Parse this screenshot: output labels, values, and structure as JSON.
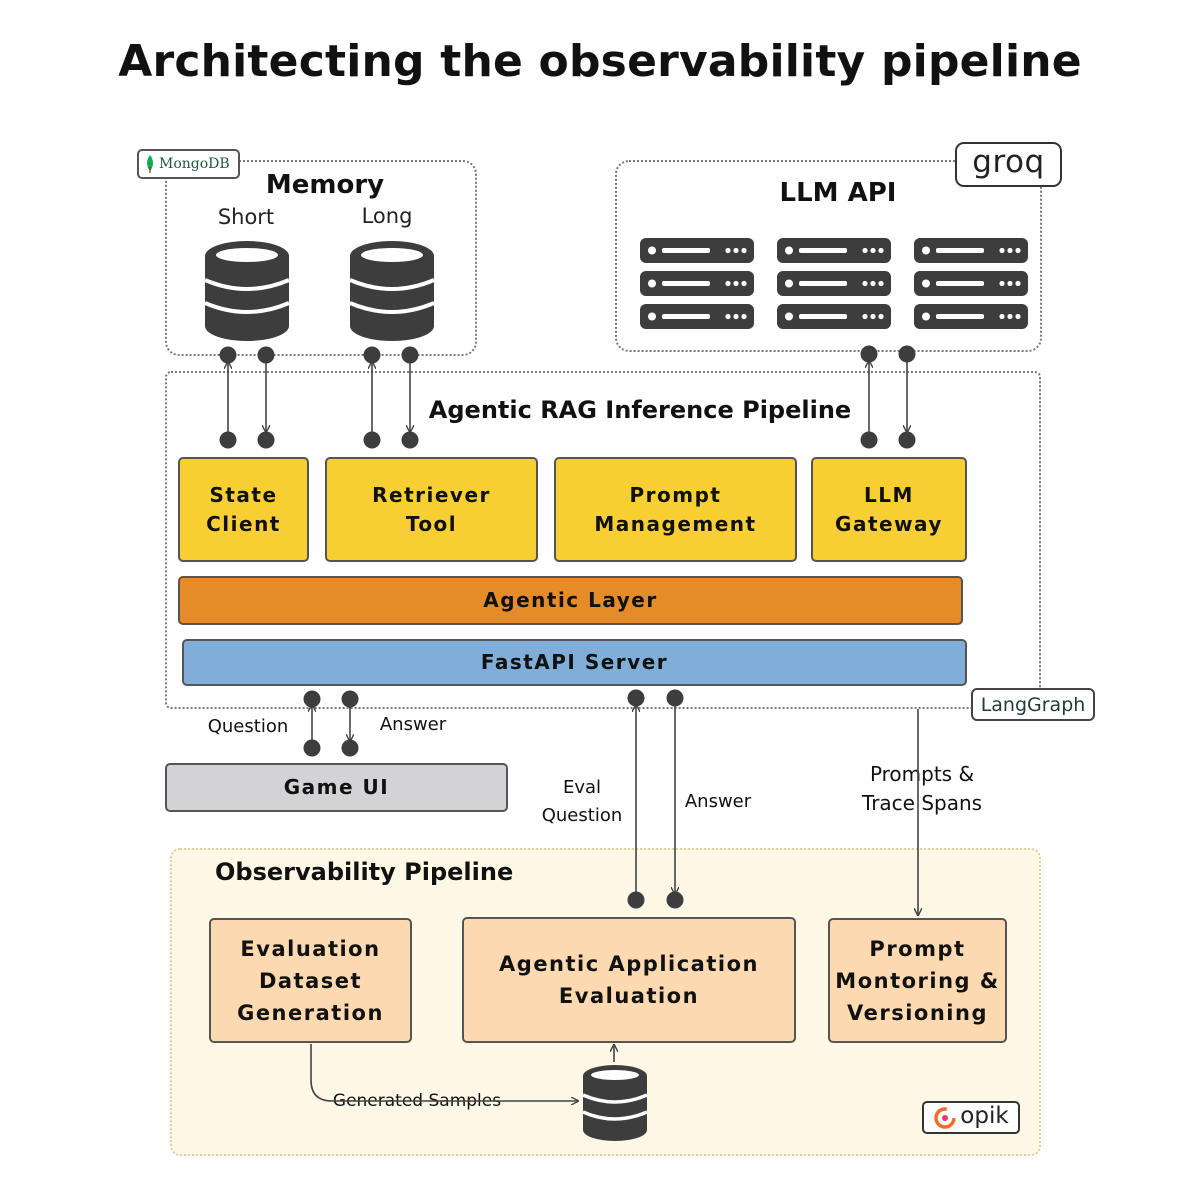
{
  "title": "Architecting the observability pipeline",
  "memory": {
    "title": "Memory",
    "short_label": "Short",
    "long_label": "Long",
    "logo": "MongoDB"
  },
  "llm_api": {
    "title": "LLM API",
    "logo": "groq"
  },
  "inference": {
    "title": "Agentic RAG Inference Pipeline",
    "logo": "LangGraph",
    "modules": {
      "state_client": [
        "State",
        "Client"
      ],
      "retriever_tool": [
        "Retriever",
        "Tool"
      ],
      "prompt_management": [
        "Prompt",
        "Management"
      ],
      "llm_gateway": [
        "LLM",
        "Gateway"
      ]
    },
    "agentic_layer": "Agentic Layer",
    "fastapi_server": "FastAPI Server"
  },
  "game_ui": {
    "label": "Game UI",
    "question": "Question",
    "answer": "Answer"
  },
  "connections": {
    "eval_question": [
      "Eval",
      "Question"
    ],
    "eval_answer": "Answer",
    "prompts_trace": [
      "Prompts &",
      "Trace Spans"
    ],
    "generated_samples": "Generated Samples"
  },
  "observability": {
    "title": "Observability Pipeline",
    "logo": "opik",
    "boxes": {
      "eval_dataset": [
        "Evaluation",
        "Dataset",
        "Generation"
      ],
      "app_eval": [
        "Agentic Application",
        "Evaluation"
      ],
      "prompt_monitoring": [
        "Prompt",
        "Montoring &",
        "Versioning"
      ]
    }
  },
  "colors": {
    "module_yellow": "#f8cf33",
    "agentic_orange": "#e58c28",
    "fastapi_blue": "#80aed8",
    "game_ui_gray": "#d3d3d5",
    "obs_box_peach": "#fdd9b1",
    "obs_bg": "#fdf7e6",
    "icon_dark": "#3d3d3d",
    "mongodb_green": "#13aa52",
    "opik_orange": "#f26b2a"
  },
  "icons": [
    "database-icon",
    "server-rack-icon",
    "connector-dot-icon",
    "arrow-icon"
  ]
}
